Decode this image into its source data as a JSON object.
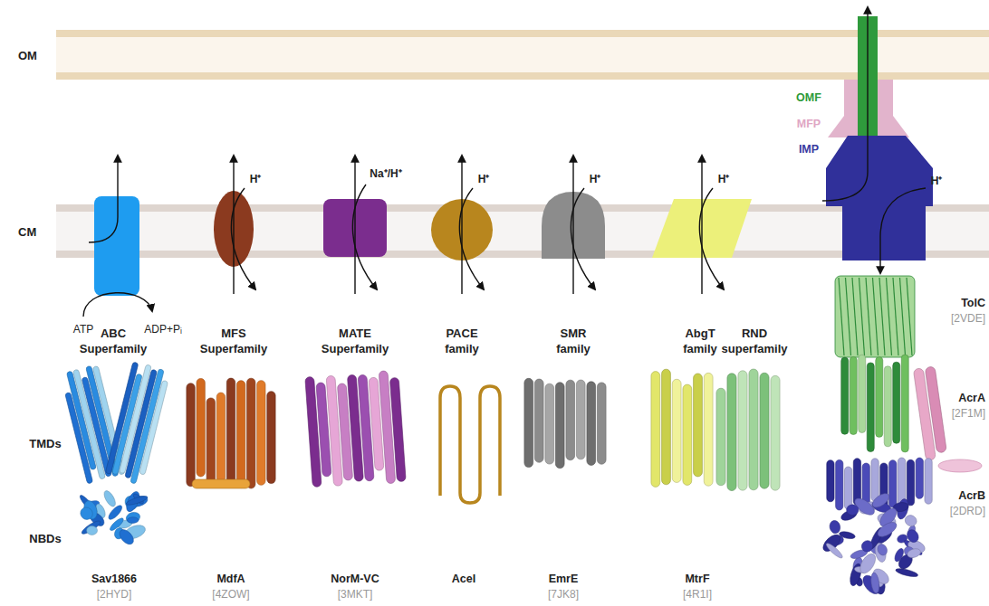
{
  "diagram": {
    "nodes": [
      {
        "text": [
          "OM"
        ]
      },
      {
        "text": [
          "CM"
        ]
      }
    ],
    "labels": [
      "ATP",
      "ADP+Pᵢ",
      "H⁺",
      "Na⁺/H⁺",
      "H⁺",
      "H⁺",
      "H⁺",
      "OMF",
      "MFP",
      "IMP",
      "H⁺",
      "ABC Superfamily",
      "MFS Superfamily",
      "MATE Superfamily",
      "PACE family",
      "SMR family",
      "AbgT family",
      "RND superfamily",
      "TolC",
      "[2VDE]",
      "TMDs",
      "AcrA",
      "[2F1M]",
      "AcrB",
      "[2DRD]",
      "NBDs",
      "Sav1866",
      "[2HYD]",
      "MdfA",
      "[4ZOW]",
      "NorM-VC",
      "[3MKT]",
      "AceI",
      "EmrE",
      "[7JK8]",
      "MtrF",
      "[4R1I]"
    ]
  }
}
